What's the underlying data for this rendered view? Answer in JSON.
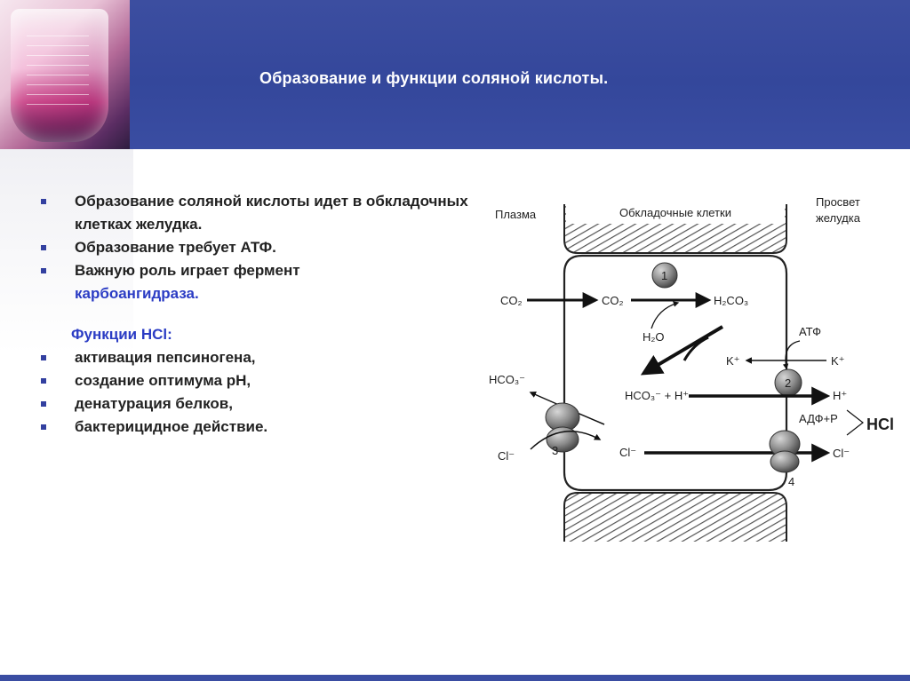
{
  "header": {
    "title": "Образование и функции соляной  кислоты."
  },
  "bullets": {
    "items": [
      {
        "text": "Образование соляной кислоты идет в обкладочных клетках желудка."
      },
      {
        "text": "Образование требует АТФ."
      },
      {
        "text": "Важную роль играет фермент "
      },
      {
        "highlight": "карбоангидраза."
      }
    ]
  },
  "functions": {
    "heading": "Функции HCl:",
    "items": [
      "активация пепсиногена,",
      "создание оптимума рН,",
      "денатурация белков,",
      "бактерицидное действие."
    ]
  },
  "diagram": {
    "plasma_label": "Плазма",
    "cells_label": "Обкладочные клетки",
    "lumen_label_1": "Просвет",
    "lumen_label_2": "желудка",
    "co2_outside": "CO₂",
    "co2_inside": "CO₂",
    "h2co3": "H₂CO₃",
    "h2o": "H₂O",
    "atp": "АТФ",
    "k_in": "K⁺",
    "k_out": "K⁺",
    "hco3_out": "HCO₃⁻",
    "hco3_h": "HCO₃⁻ + H⁺",
    "h_out": "H⁺",
    "adp_p": "АДФ+Р",
    "hcl": "HCl",
    "cl_out": "Cl⁻",
    "cl_in": "Cl⁻",
    "cl_lumen": "Cl⁻",
    "n1": "1",
    "n2": "2",
    "n3": "3",
    "n4": "4"
  }
}
